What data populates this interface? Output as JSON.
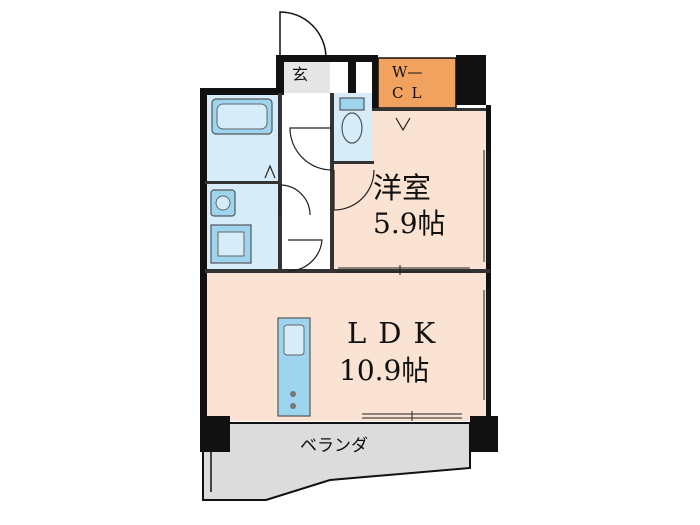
{
  "floorplan": {
    "rooms": {
      "genkan": {
        "label": "玄"
      },
      "wcl": {
        "label_line1": "W—",
        "label_line2": "CL"
      },
      "western": {
        "label_line1": "洋室",
        "label_line2": "5.9帖"
      },
      "ldk": {
        "label_line1": "LDK",
        "label_line2": "10.9帖"
      },
      "veranda": {
        "label": "ベランダ"
      }
    },
    "colors": {
      "wall": "#111111",
      "room_fill": "#fbe3d3",
      "wet_fill": "#d6ecf8",
      "fixture_fill": "#9ed5ee",
      "wcl_fill": "#f2a25f",
      "veranda_fill": "#dcdcdc",
      "genkan_fill": "#e6e6e6"
    }
  }
}
